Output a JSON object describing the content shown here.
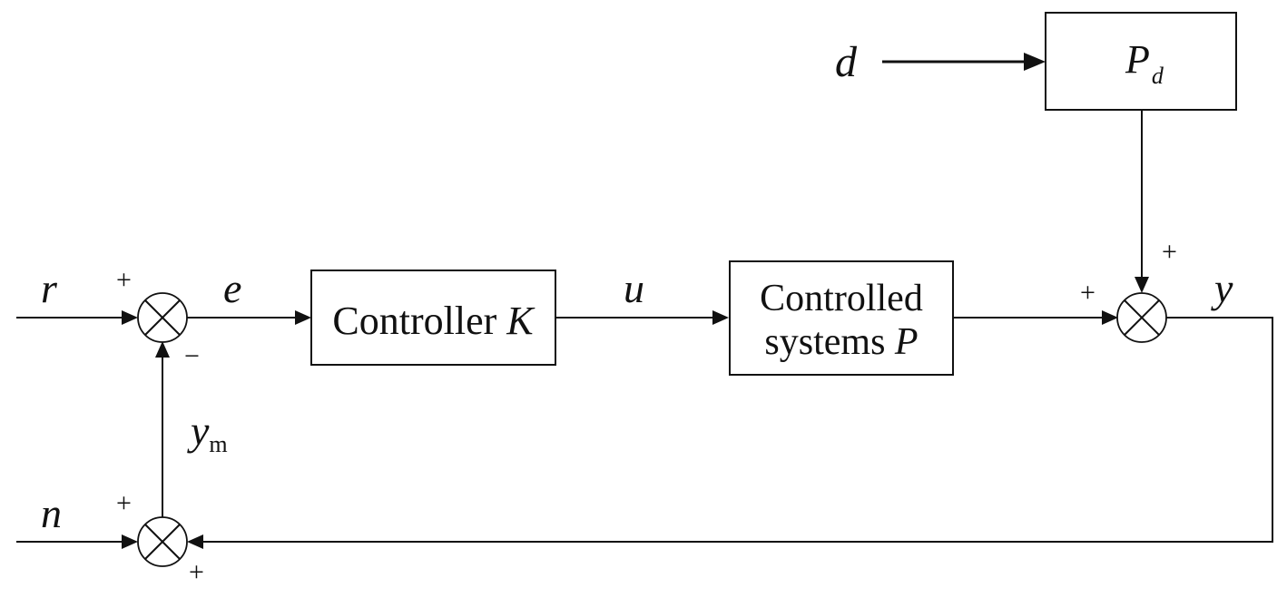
{
  "signals": {
    "r": "r",
    "e": "e",
    "u": "u",
    "y": "y",
    "d": "d",
    "n": "n",
    "ym_base": "y",
    "ym_sub": "m"
  },
  "blocks": {
    "controller_text": "Controller ",
    "controller_sym": "K",
    "plant_line1": "Controlled",
    "plant_line2_text": "systems ",
    "plant_line2_sym": "P",
    "disturbance_sym": "P",
    "disturbance_sub": "d"
  },
  "signs": {
    "sum1_r": "+",
    "sum1_fb": "−",
    "sum2_p": "+",
    "sum2_d": "+",
    "sum3_n": "+",
    "sum3_y": "+"
  },
  "icons": {
    "summing_junction": "circle-with-x"
  }
}
